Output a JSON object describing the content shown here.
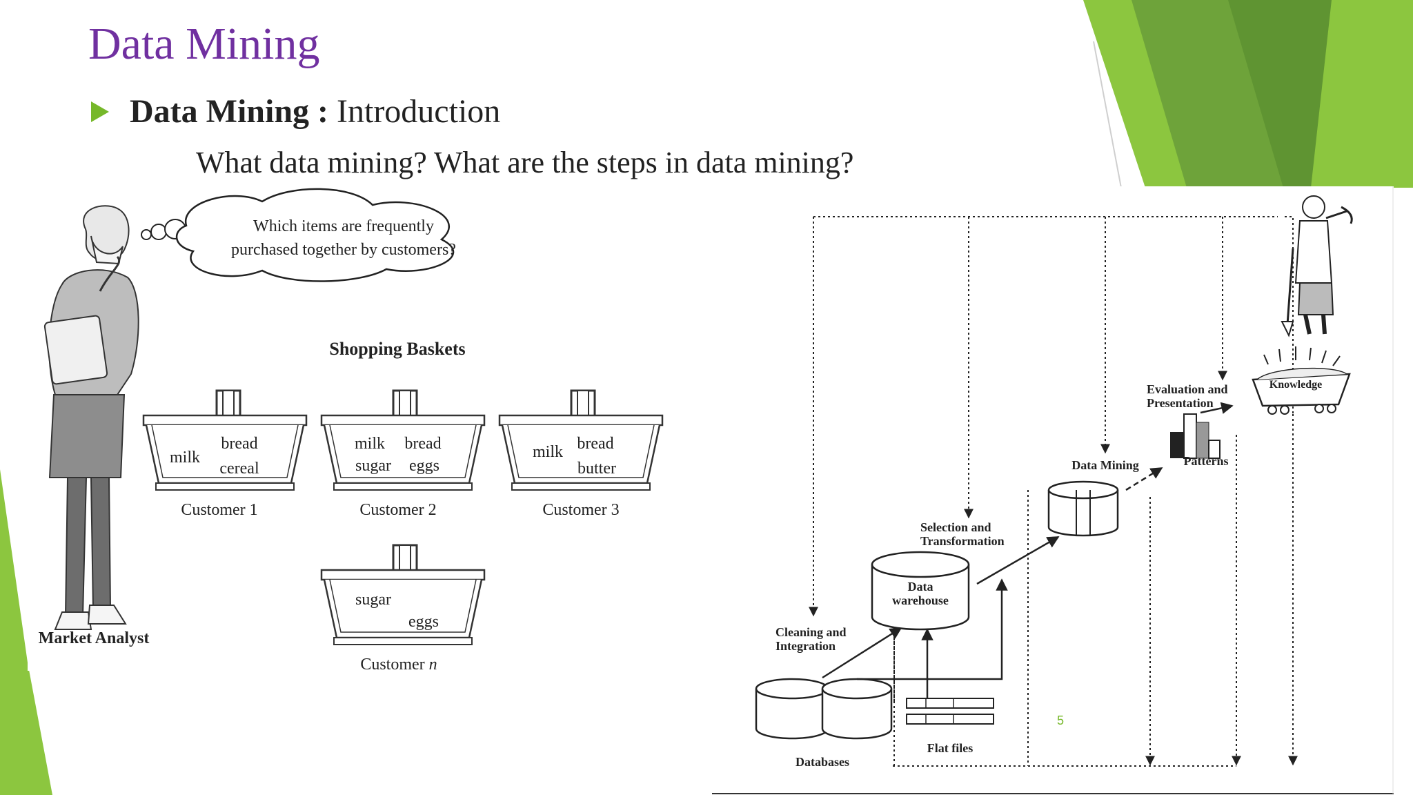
{
  "slide": {
    "title": "Data Mining",
    "bullet_bold": "Data Mining :",
    "bullet_rest": " Introduction",
    "subline": "What data mining? What are the steps in data mining?",
    "slide_number": "5"
  },
  "theme": {
    "title_color": "#7030a0",
    "accent_green": "#76b82a",
    "dark_green": "#5a9a2a"
  },
  "basket_figure": {
    "thought": [
      "Which items are frequently",
      "purchased together by customers?"
    ],
    "heading": "Shopping Baskets",
    "analyst_label": "Market Analyst",
    "baskets": [
      {
        "items": [
          "milk",
          "bread",
          "cereal"
        ],
        "customer": "Customer 1"
      },
      {
        "items": [
          "milk",
          "bread",
          "sugar",
          "eggs"
        ],
        "customer": "Customer 2"
      },
      {
        "items": [
          "milk",
          "bread",
          "butter"
        ],
        "customer": "Customer 3"
      },
      {
        "items": [
          "sugar",
          "eggs"
        ],
        "customer": "Customer",
        "customer_n": "n"
      }
    ]
  },
  "kdd_figure": {
    "databases": "Databases",
    "flat_files": "Flat files",
    "cleaning": [
      "Cleaning and",
      "Integration"
    ],
    "warehouse": [
      "Data",
      "warehouse"
    ],
    "selection": [
      "Selection and",
      "Transformation"
    ],
    "data_mining": "Data Mining",
    "patterns": "Patterns",
    "evaluation": [
      "Evaluation and",
      "Presentation"
    ],
    "knowledge": "Knowledge"
  }
}
